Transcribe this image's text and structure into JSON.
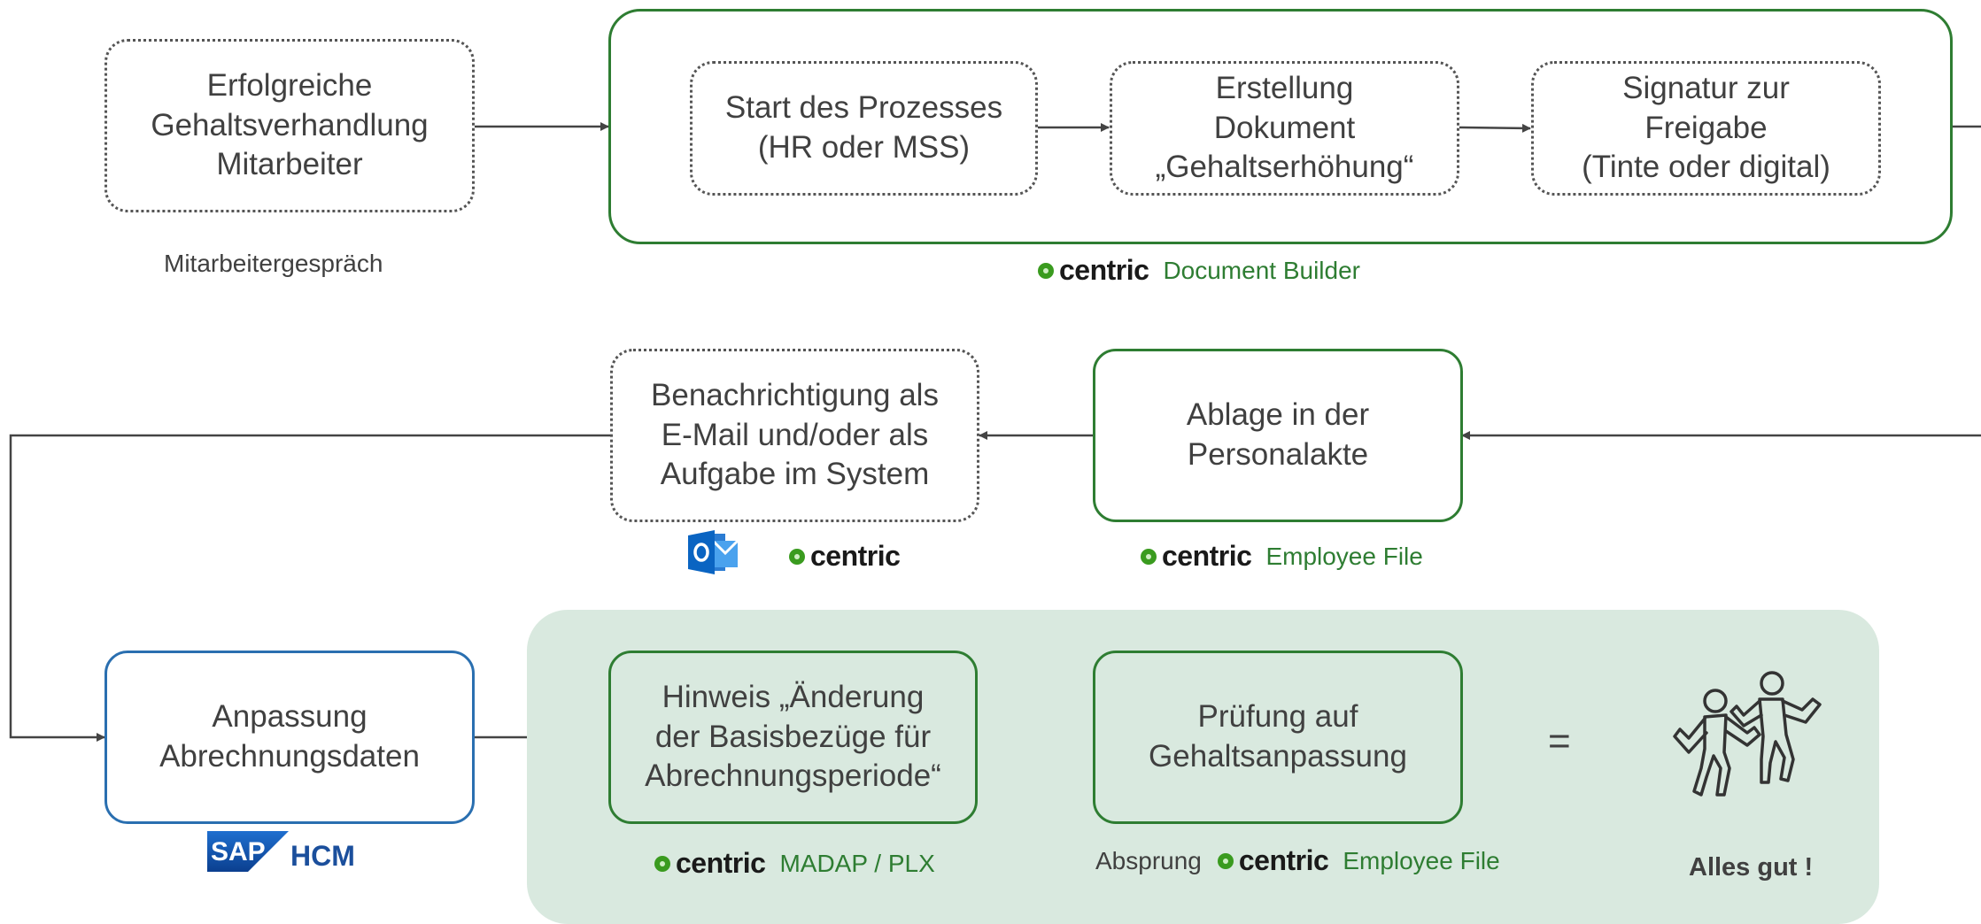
{
  "top_row": {
    "start_box": "Erfolgreiche\nGehaltsverhandlung\nMitarbeiter",
    "start_caption": "Mitarbeitergespräch",
    "process_steps": [
      "Start des Prozesses\n(HR oder MSS)",
      "Erstellung\nDokument\n„Gehaltserhöhung“",
      "Signatur zur\nFreigabe\n(Tinte oder digital)"
    ],
    "group_brand": {
      "wordmark": "centric",
      "product": "Document Builder"
    }
  },
  "middle_row": {
    "notification_box": "Benachrichtigung als\nE-Mail und/oder als\nAufgabe im System",
    "notification_brand": {
      "wordmark": "centric"
    },
    "notification_icon": "outlook-icon",
    "filing_box": "Ablage in der\nPersonalakte",
    "filing_brand": {
      "wordmark": "centric",
      "product": "Employee File"
    }
  },
  "bottom_row": {
    "adjust_box": "Anpassung\nAbrechnungsdaten",
    "adjust_logo": {
      "sap": "SAP",
      "suffix": "HCM"
    },
    "notice_box": "Hinweis „Änderung\nder Basisbezüge für\nAbrechnungsperiode“",
    "notice_brand": {
      "wordmark": "centric",
      "product": "MADAP / PLX"
    },
    "check_box": "Prüfung auf\nGehaltsanpassung",
    "check_prefix": "Absprung",
    "check_brand": {
      "wordmark": "centric",
      "product": "Employee File"
    },
    "equals_sign": "=",
    "result_icon": "dancing-people-icon",
    "result_label": "Alles gut !"
  },
  "colors": {
    "green": "#2e7d32",
    "green_bg": "#d9e9df",
    "blue": "#2a6fb0",
    "sap_blue": "#1b4f9c",
    "centric_dot": "#3a9b1f",
    "outlook_blue": "#0a64c2",
    "text": "#404040"
  }
}
